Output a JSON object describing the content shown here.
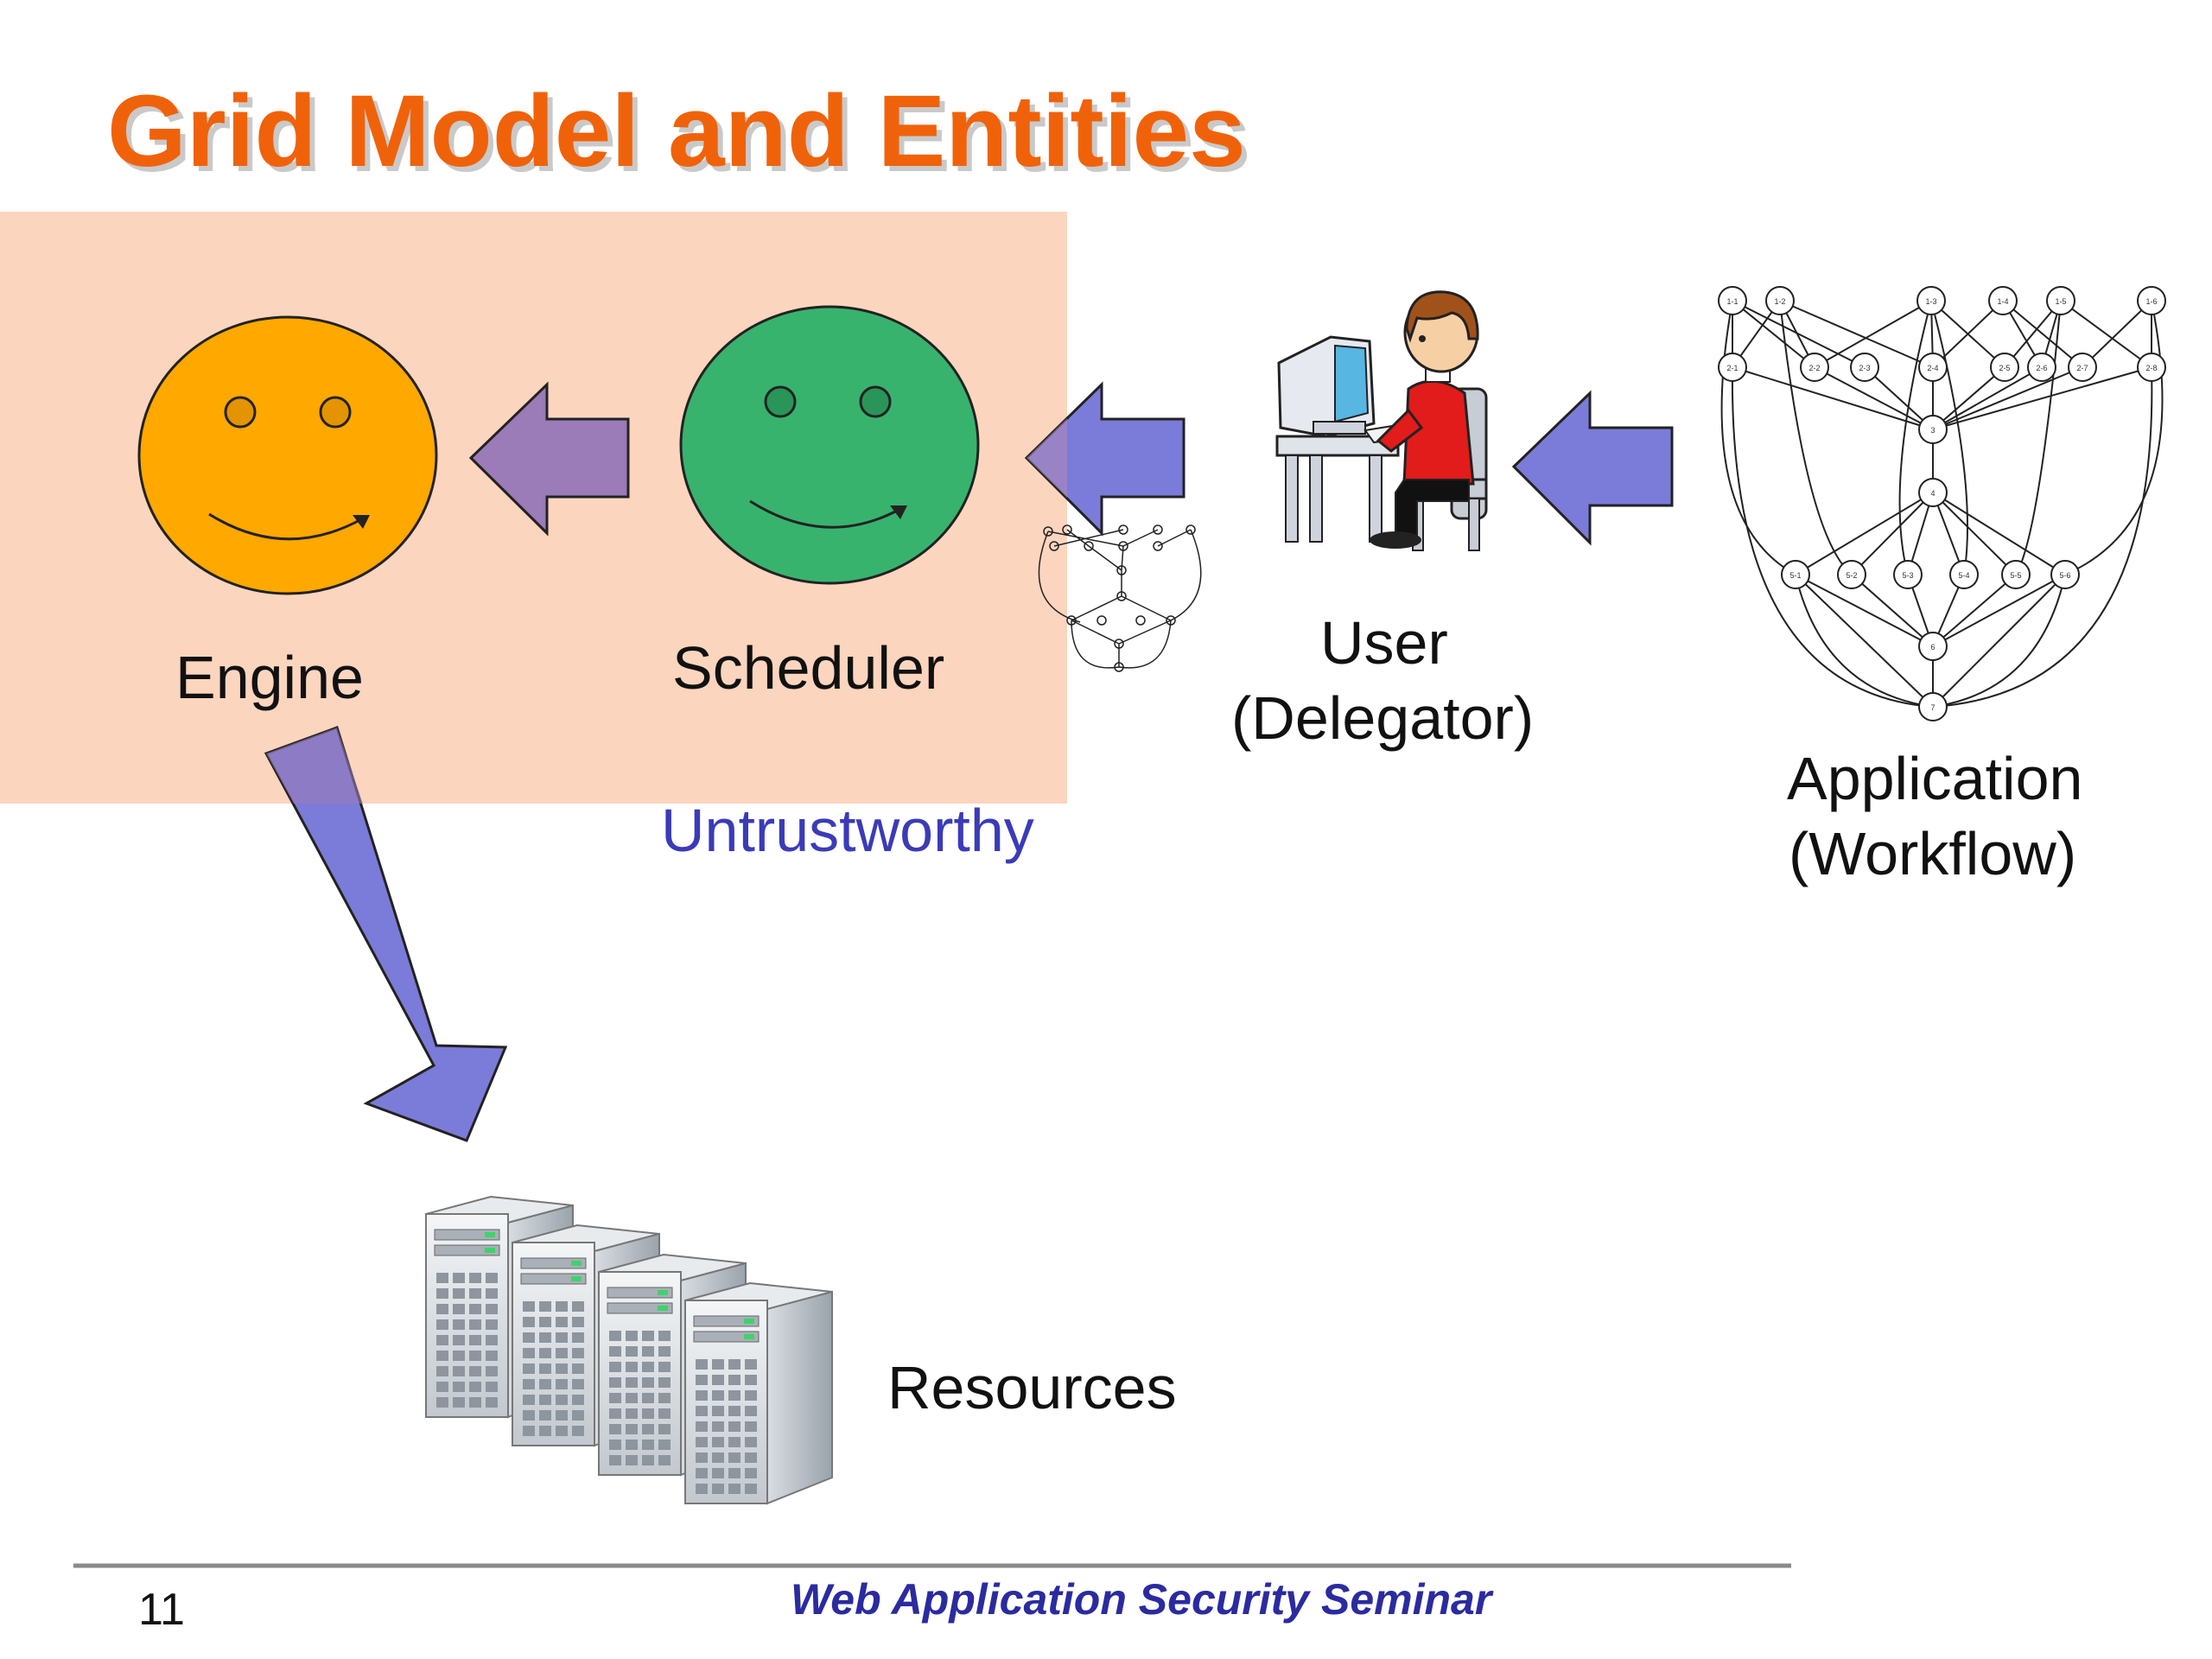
{
  "slide": {
    "title": "Grid Model and Entities",
    "labels": {
      "engine": "Engine",
      "scheduler": "Scheduler",
      "user_line1": "User",
      "user_line2": "(Delegator)",
      "application_line1": "Application",
      "application_line2": "(Workflow)",
      "untrustworthy": "Untrustworthy",
      "resources": "Resources"
    },
    "footer": {
      "page_number": "11",
      "seminar": "Web Application Security Seminar"
    }
  },
  "workflow_nodes": {
    "row1": [
      "1-1",
      "1-2",
      "1-3",
      "1-4",
      "1-5",
      "1-6"
    ],
    "row2": [
      "2-1",
      "2-2",
      "2-3",
      "2-4",
      "2-5",
      "2-6",
      "2-7",
      "2-8"
    ],
    "center": [
      "3",
      "4"
    ],
    "row5": [
      "5-1",
      "5-2",
      "5-3",
      "5-4",
      "5-5",
      "5-6"
    ],
    "bottom": [
      "6",
      "7"
    ]
  },
  "colors": {
    "title": "#f0620a",
    "title_shadow": "#c9c9c9",
    "untrusted_zone": "#fcd5be",
    "engine_face": "#ffa800",
    "scheduler_face": "#37b36e",
    "arrow": "#7b7bd9",
    "untrustworthy_text": "#3b3bb8",
    "footer_text": "#2b2ba0"
  },
  "icons": [
    "engine-smiley-icon",
    "scheduler-smiley-icon",
    "user-at-computer-icon",
    "server-rack-icon",
    "workflow-graph-icon"
  ]
}
